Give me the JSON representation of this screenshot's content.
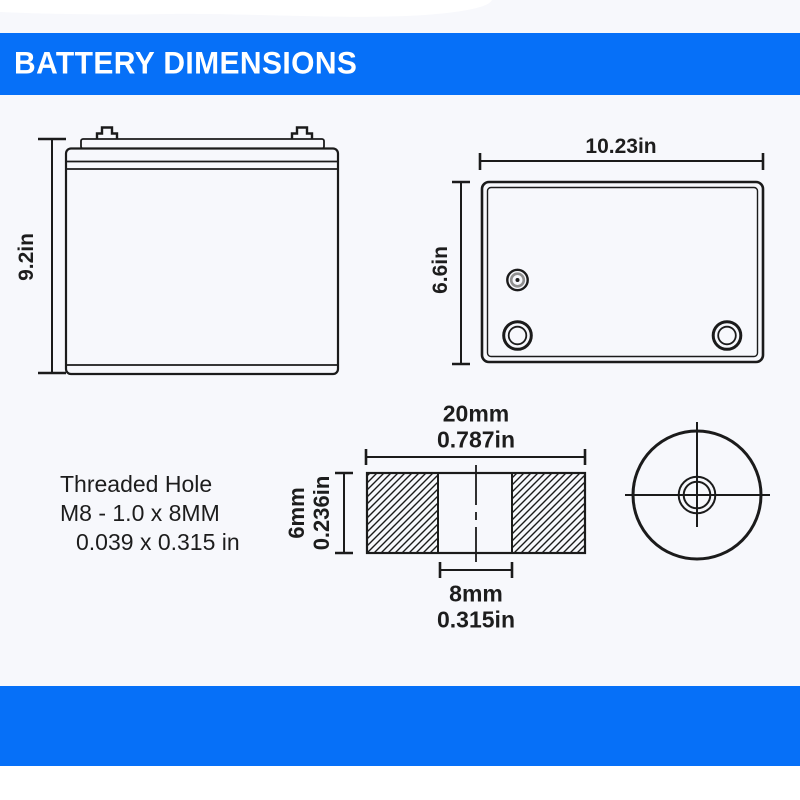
{
  "colors": {
    "accent": "#0670f8",
    "background": "#f7f8fc",
    "line_color": "#1b1b1b",
    "text_color": "#1d1d1d"
  },
  "header": {
    "title": "BATTERY DIMENSIONS"
  },
  "front_view": {
    "height_label": "9.2in"
  },
  "top_view": {
    "width_label": "10.23in",
    "depth_label": "6.6in"
  },
  "threaded_hole": {
    "note_line1": "Threaded Hole",
    "note_line2": "M8 - 1.0 x 8MM",
    "note_line3": "0.039 x 0.315 in",
    "outer_width_mm": "20mm",
    "outer_width_in": "0.787in",
    "depth_mm": "6mm",
    "depth_in": "0.236in",
    "bore_mm": "8mm",
    "bore_in": "0.315in"
  }
}
